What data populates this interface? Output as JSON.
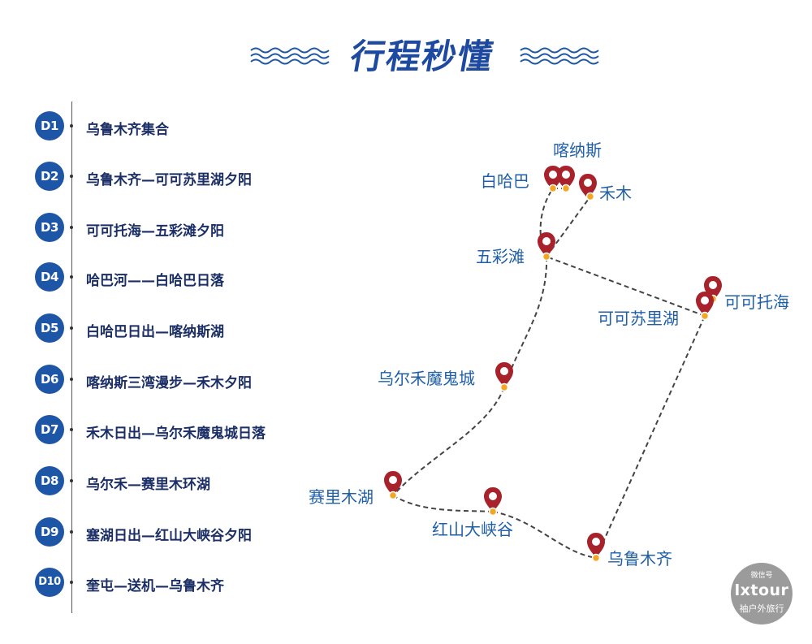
{
  "header": {
    "title": "行程秒懂"
  },
  "itinerary": [
    {
      "day": "D1",
      "text": "乌鲁木齐集合"
    },
    {
      "day": "D2",
      "text": "乌鲁木齐—可可苏里湖夕阳"
    },
    {
      "day": "D3",
      "text": "可可托海—五彩滩夕阳"
    },
    {
      "day": "D4",
      "text": "哈巴河——白哈巴日落"
    },
    {
      "day": "D5",
      "text": "白哈巴日出—喀纳斯湖"
    },
    {
      "day": "D6",
      "text": "喀纳斯三湾漫步—禾木夕阳"
    },
    {
      "day": "D7",
      "text": "禾木日出—乌尔禾魔鬼城日落"
    },
    {
      "day": "D8",
      "text": "乌尔禾—赛里木环湖"
    },
    {
      "day": "D9",
      "text": "塞湖日出—红山大峡谷夕阳"
    },
    {
      "day": "D10",
      "text": "奎屯—送机—乌鲁木齐"
    }
  ],
  "places": {
    "kanas": "喀纳斯",
    "baihaba": "白哈巴",
    "hemu": "禾木",
    "wucaitan": "五彩滩",
    "keketuohai": "可可托海",
    "kekesulihu": "可可苏里湖",
    "wuerhe": "乌尔禾魔鬼城",
    "sailimuhu": "赛里木湖",
    "hongshan": "红山大峡谷",
    "urumqi": "乌鲁木齐"
  },
  "watermark": {
    "top": "微信号",
    "main": "lxtour",
    "bottom": "袖户外旅行"
  },
  "colors": {
    "title": "#1d4aa0",
    "badge": "#1d56a6",
    "day_text": "#1b2f66",
    "place_label": "#1f5fa8",
    "pin": "#a8222c",
    "pin_dot": "#f2a623",
    "route": "#444444"
  }
}
